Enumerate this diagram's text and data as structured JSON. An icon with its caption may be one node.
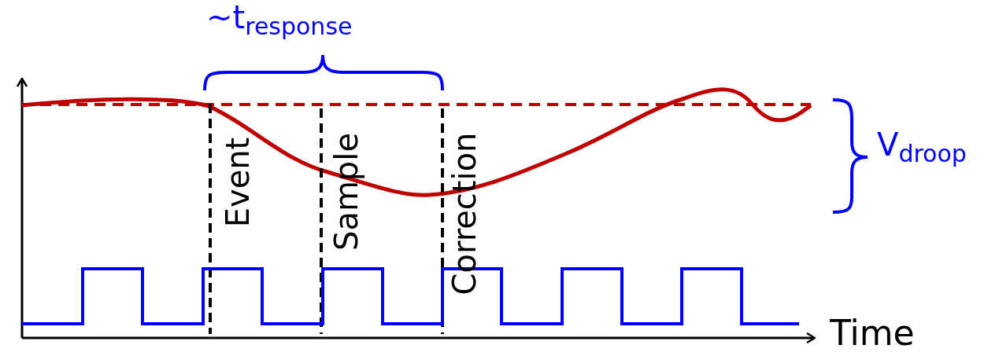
{
  "diagram": {
    "labels": [
      "~t$_{response}$",
      "V$_{droop}$",
      "Event",
      "Sample",
      "Correction",
      "Time"
    ]
  }
}
